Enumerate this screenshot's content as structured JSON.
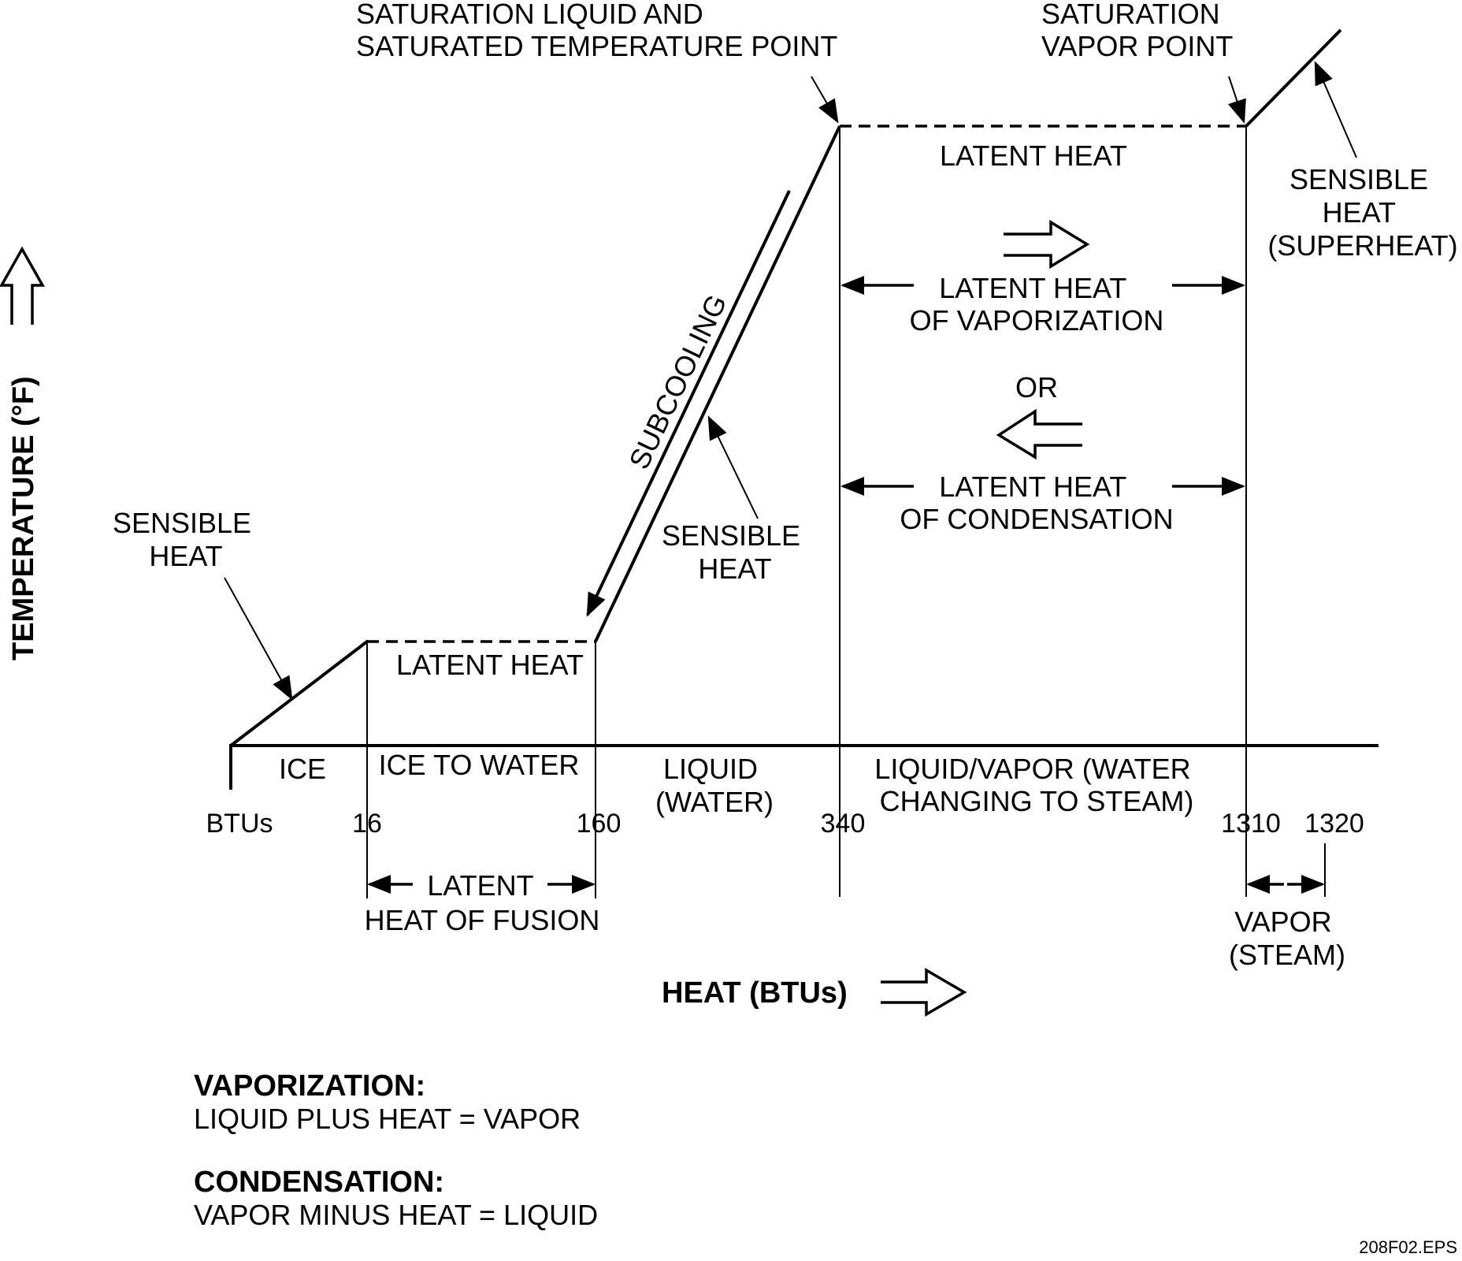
{
  "axes": {
    "y_label": "TEMPERATURE (°F)",
    "x_label": "HEAT (BTUs)"
  },
  "ticks": {
    "origin": "BTUs",
    "t16": "16",
    "t160": "160",
    "t340": "340",
    "t1310": "1310",
    "t1320": "1320"
  },
  "regions": {
    "ice": "ICE",
    "ice_to_water": "ICE TO WATER",
    "liquid": [
      "LIQUID",
      "(WATER)"
    ],
    "liquid_vapor": [
      "LIQUID/VAPOR (WATER",
      "CHANGING TO STEAM)"
    ]
  },
  "annotations": {
    "sensible_heat_left": [
      "SENSIBLE",
      "HEAT"
    ],
    "latent_heat_low": "LATENT HEAT",
    "latent_heat_high": "LATENT HEAT",
    "subcooling": "SUBCOOLING",
    "sensible_heat_mid": [
      "SENSIBLE",
      "HEAT"
    ],
    "saturation_liquid": [
      "SATURATION LIQUID AND",
      "SATURATED TEMPERATURE POINT"
    ],
    "saturation_vapor": [
      "SATURATION",
      "VAPOR POINT"
    ],
    "sensible_superheat": [
      "SENSIBLE",
      "HEAT",
      "(SUPERHEAT)"
    ],
    "latent_vaporization": [
      "LATENT HEAT",
      "OF VAPORIZATION"
    ],
    "or": "OR",
    "latent_condensation": [
      "LATENT HEAT",
      "OF CONDENSATION"
    ],
    "latent_fusion": [
      "LATENT",
      "HEAT OF FUSION"
    ],
    "vapor_steam": [
      "VAPOR",
      "(STEAM)"
    ]
  },
  "definitions": {
    "vaporization_title": "VAPORIZATION:",
    "vaporization_text": "LIQUID PLUS HEAT = VAPOR",
    "condensation_title": "CONDENSATION:",
    "condensation_text": "VAPOR MINUS HEAT = LIQUID"
  },
  "footer": {
    "file_id": "208F02.EPS"
  }
}
